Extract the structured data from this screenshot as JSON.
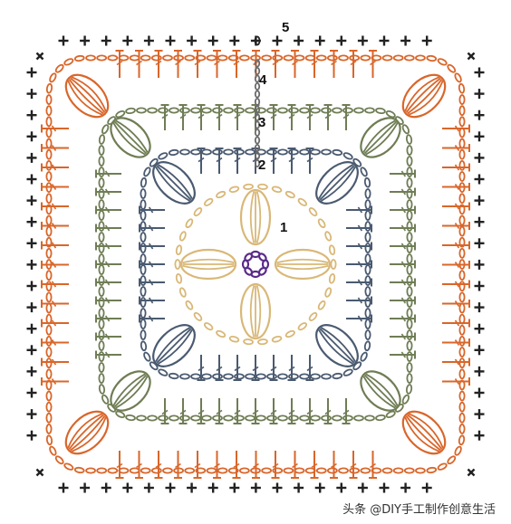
{
  "round_labels": [
    "1",
    "2",
    "3",
    "4",
    "5"
  ],
  "watermark": "头条 @DIY手工制作创意生活",
  "colors": {
    "round1_center": "#5a2a8a",
    "round1": "#d9b878",
    "round2": "#4a5a70",
    "round3": "#6f7d55",
    "round4": "#d9662a",
    "round5": "#222222",
    "ring_chain": "#5a2a8a"
  },
  "symbols": {
    "chain": "ellipse",
    "double_crochet": "T-stitch",
    "single_crochet": "+",
    "cluster": "shell"
  }
}
